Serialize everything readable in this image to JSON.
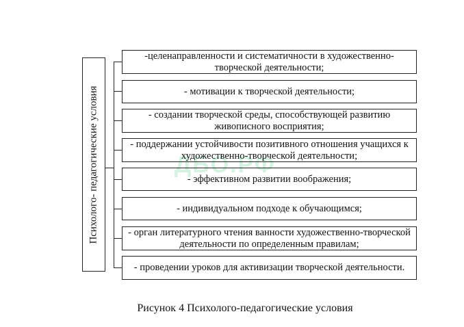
{
  "diagram": {
    "root_label": "Психолого- педагогические условия",
    "items": [
      "-целенаправленности и систематичности в художественно-творческой деятельности;",
      "- мотивации к творческой деятельности;",
      "- создании творческой среды, способствующей развитию живописного восприятия;",
      "- поддержании устойчивости позитивного отношения учащихся к художественно-творческой деятельности;",
      "- эффективном развитии воображения;",
      "- индивидуальном подходе к обучающимся;",
      "- орган литературного чтения ванности художественно-творческой деятельности по определенным правилам;",
      "- проведении уроков для активизации творческой деятельности."
    ],
    "caption": "Рисунок 4 Психолого-педагогические условия",
    "watermark": "ДБО.РФ"
  }
}
